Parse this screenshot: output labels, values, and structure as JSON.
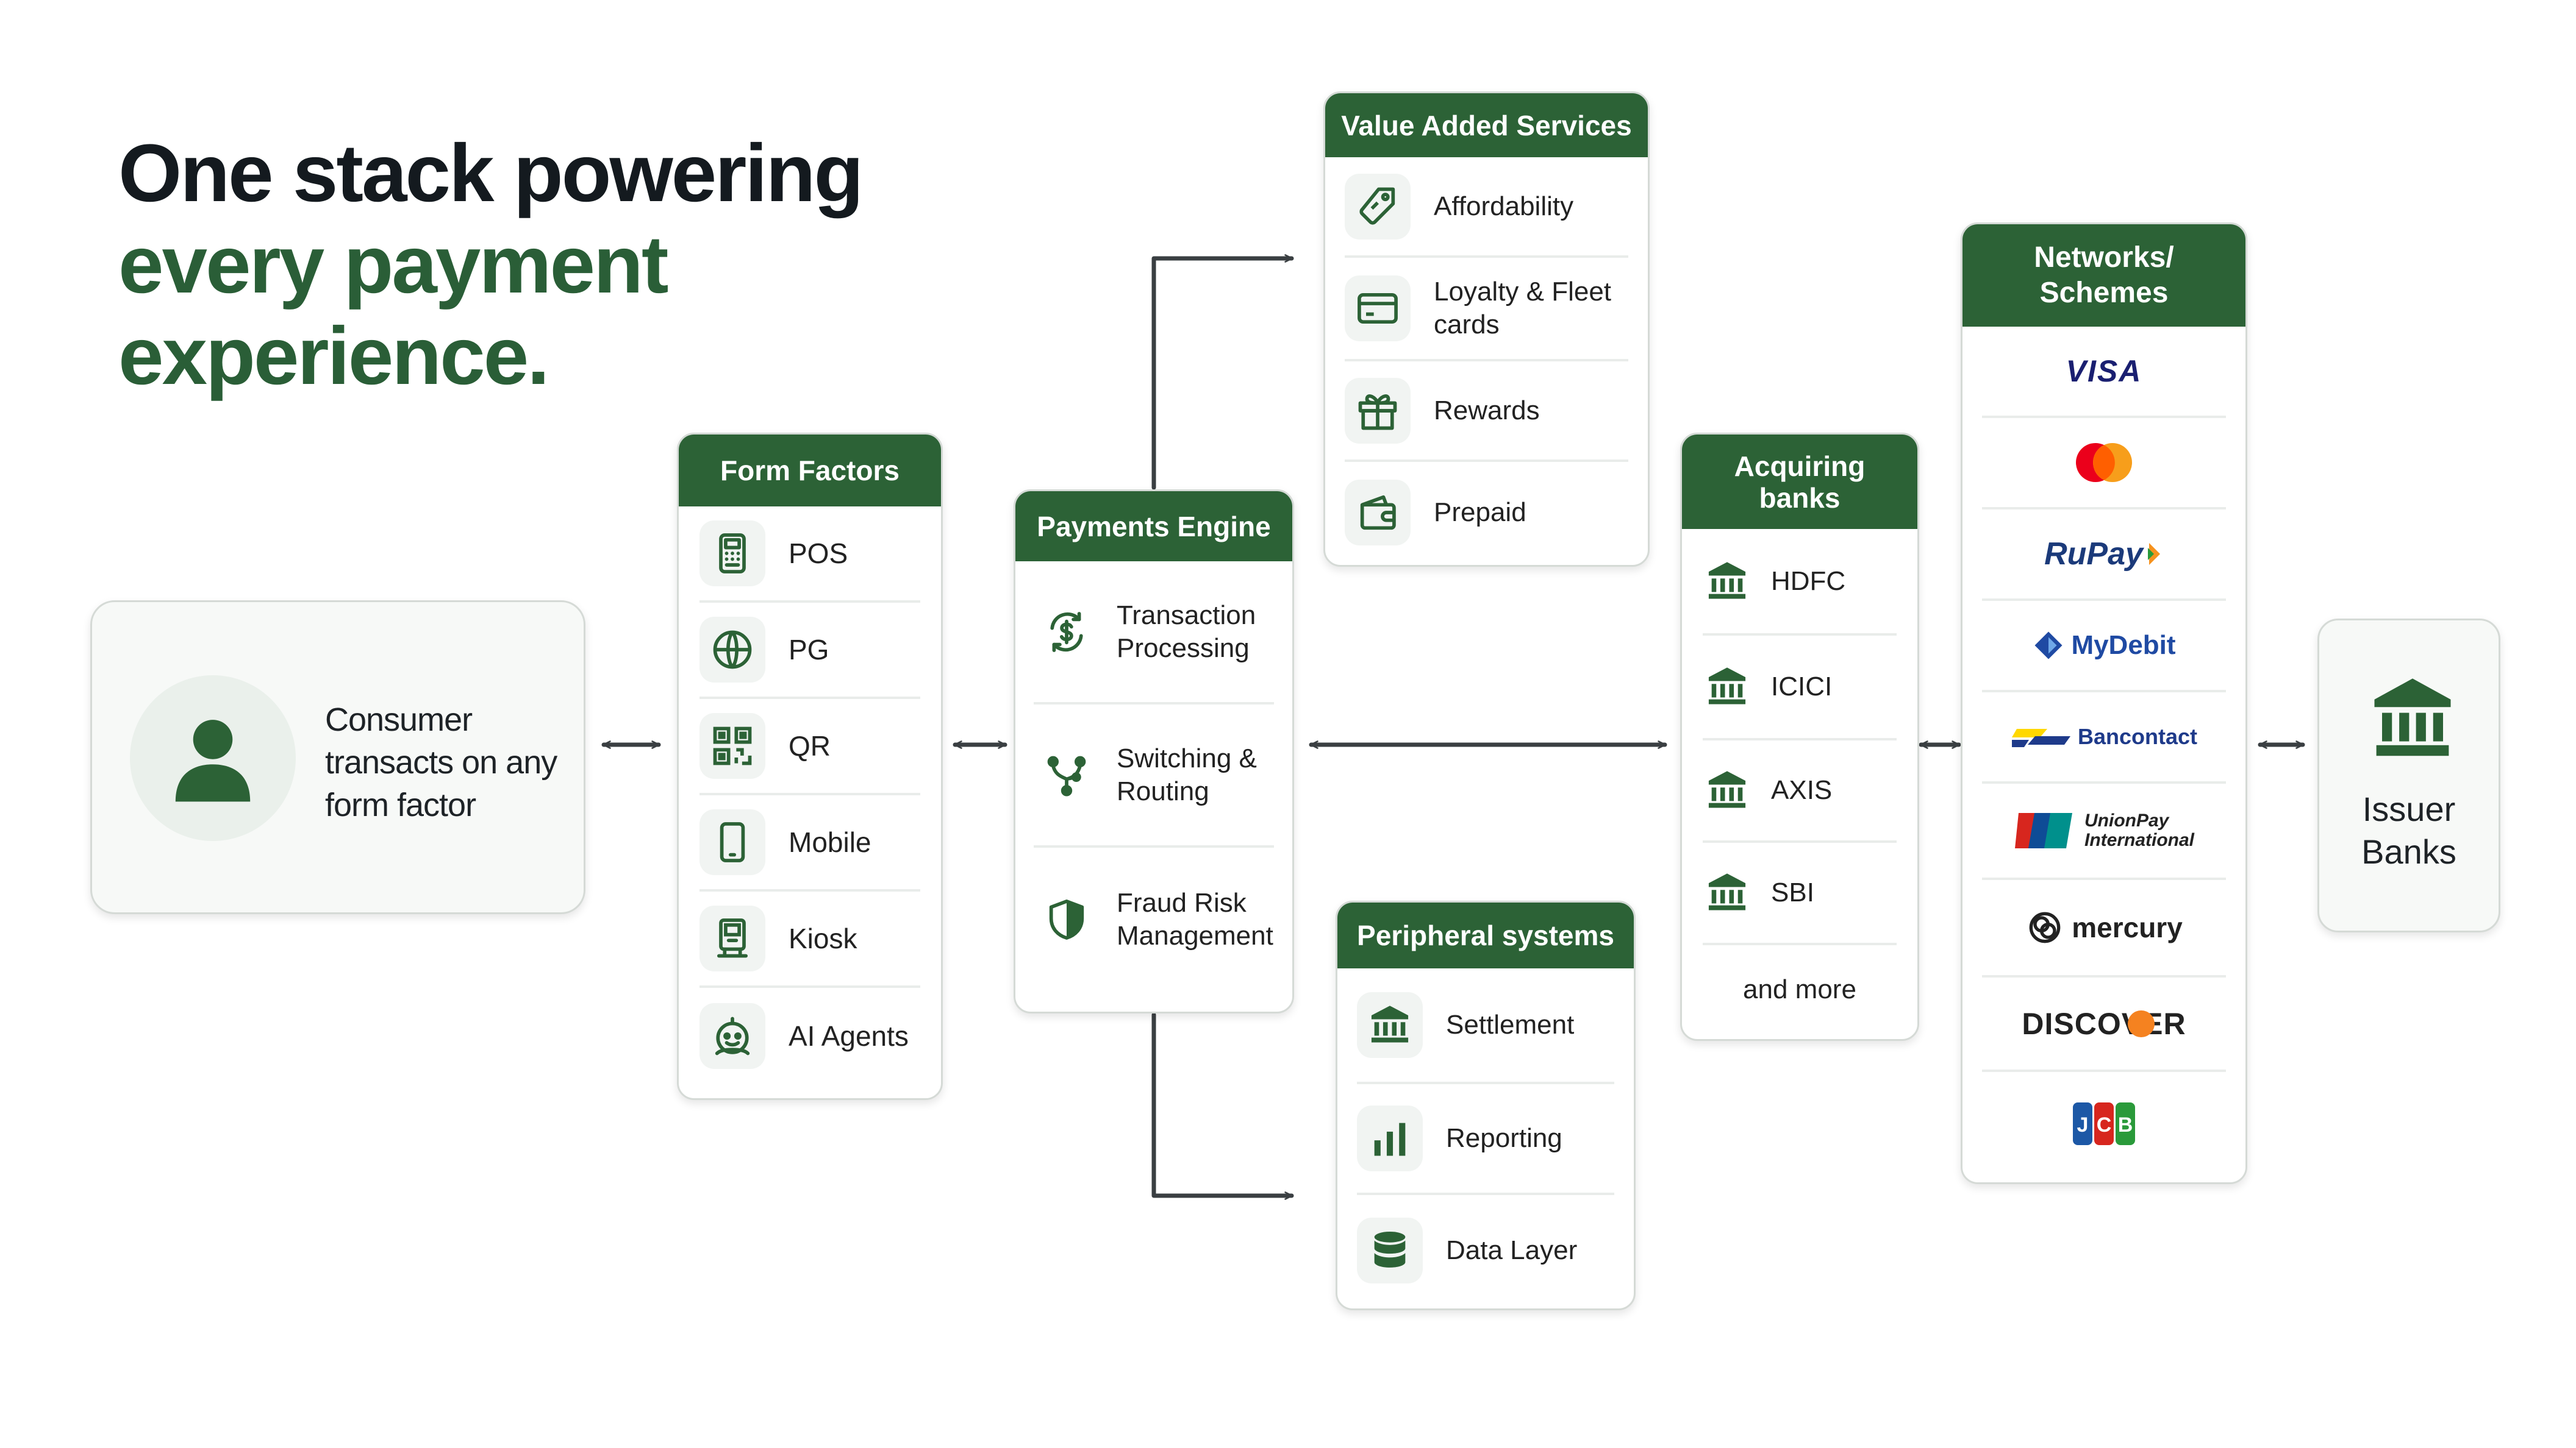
{
  "headline": {
    "line1": "One stack powering",
    "line2": "every payment",
    "line3": "experience."
  },
  "consumer": {
    "text": "Consumer transacts on any form factor",
    "icon": "user-icon"
  },
  "form_factors": {
    "title": "Form Factors",
    "items": [
      {
        "label": "POS",
        "icon": "pos-terminal-icon"
      },
      {
        "label": "PG",
        "icon": "globe-icon"
      },
      {
        "label": "QR",
        "icon": "qr-code-icon"
      },
      {
        "label": "Mobile",
        "icon": "mobile-icon"
      },
      {
        "label": "Kiosk",
        "icon": "kiosk-icon"
      },
      {
        "label": "AI Agents",
        "icon": "robot-icon"
      }
    ]
  },
  "payments_engine": {
    "title": "Payments Engine",
    "items": [
      {
        "label": "Transaction Processing",
        "icon": "dollar-cycle-icon"
      },
      {
        "label": "Switching & Routing",
        "icon": "routing-icon"
      },
      {
        "label": "Fraud Risk Management",
        "icon": "shield-icon"
      }
    ]
  },
  "value_added": {
    "title": "Value Added Services",
    "items": [
      {
        "label": "Affordability",
        "icon": "tag-icon"
      },
      {
        "label": "Loyalty & Fleet cards",
        "icon": "card-icon"
      },
      {
        "label": "Rewards",
        "icon": "gift-icon"
      },
      {
        "label": "Prepaid",
        "icon": "wallet-icon"
      }
    ]
  },
  "peripheral": {
    "title": "Peripheral systems",
    "items": [
      {
        "label": "Settlement",
        "icon": "bank-icon"
      },
      {
        "label": "Reporting",
        "icon": "bar-chart-icon"
      },
      {
        "label": "Data Layer",
        "icon": "database-icon"
      }
    ]
  },
  "acquiring": {
    "title": "Acquiring banks",
    "items": [
      {
        "label": "HDFC",
        "icon": "bank-icon"
      },
      {
        "label": "ICICI",
        "icon": "bank-icon"
      },
      {
        "label": "AXIS",
        "icon": "bank-icon"
      },
      {
        "label": "SBI",
        "icon": "bank-icon"
      }
    ],
    "more": "and more"
  },
  "networks": {
    "title": "Networks/ Schemes",
    "items": [
      {
        "label": "VISA",
        "icon": "visa-logo",
        "color": "#1a1f71"
      },
      {
        "label": "",
        "icon": "mastercard-logo",
        "color": "#eb001b"
      },
      {
        "label": "RuPay",
        "icon": "rupay-logo",
        "color": "#1b3a7a"
      },
      {
        "label": "MyDebit",
        "icon": "mydebit-logo",
        "color": "#1f4aa3"
      },
      {
        "label": "Bancontact",
        "icon": "bancontact-logo",
        "color": "#1e3a8a"
      },
      {
        "label": "UnionPay International",
        "icon": "unionpay-logo",
        "color": "#d7261e"
      },
      {
        "label": "mercury",
        "icon": "mercury-logo",
        "color": "#222222"
      },
      {
        "label": "DISCOVER",
        "icon": "discover-logo",
        "color": "#222222"
      },
      {
        "label": "JCB",
        "icon": "jcb-logo",
        "color": "#1c58a6"
      }
    ]
  },
  "issuer": {
    "text": "Issuer Banks",
    "icon": "bank-icon"
  },
  "colors": {
    "primary_green": "#2c6236",
    "headline_dark": "#141a1f",
    "card_border": "#d5dad6",
    "connector": "#3a3f42"
  }
}
